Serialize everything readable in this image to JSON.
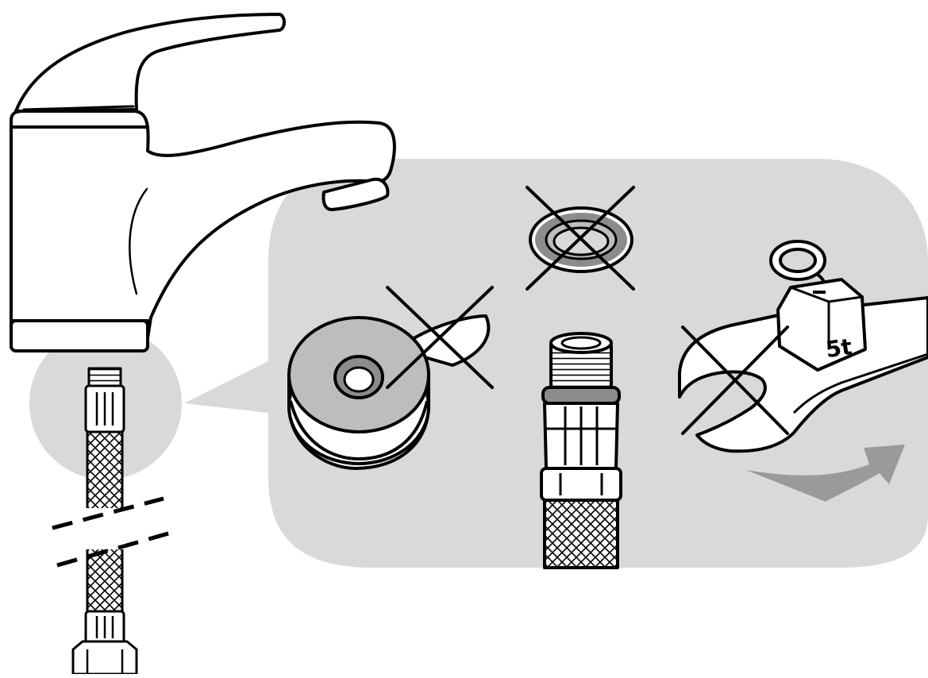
{
  "illustration": {
    "weight_label": "5t",
    "palette": {
      "ink": "#000000",
      "background": "#ffffff",
      "callout_grey": "#d9d9d9",
      "mid_grey": "#bdbdbd",
      "dark_grey": "#8c8c8c",
      "arrow_grey": "#9a9a9a"
    },
    "prohibited_items": [
      "o-ring-seal",
      "ptfe-sealing-tape",
      "excessive-wrench-torque"
    ],
    "allowed_item": "braided-connection-hose-with-factory-seal"
  }
}
